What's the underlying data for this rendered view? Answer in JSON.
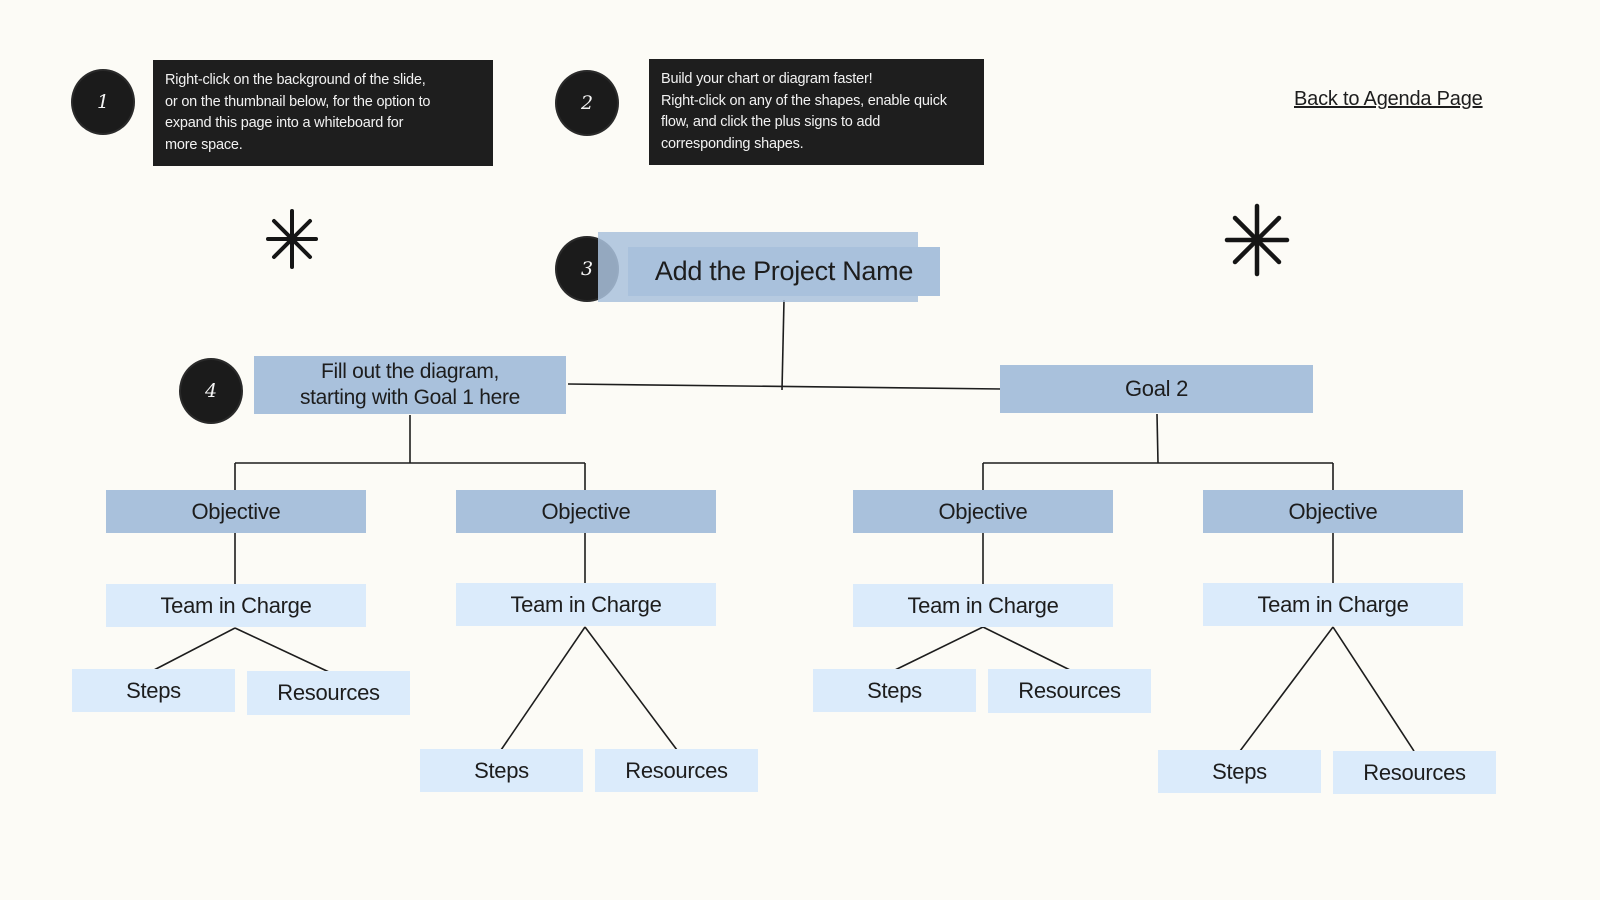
{
  "steps": {
    "one": "1",
    "two": "2",
    "three": "3",
    "four": "4"
  },
  "tips": {
    "tip1": [
      "Right-click on the background of the slide,",
      "or on the thumbnail below, for the option to",
      "expand this page into a whiteboard for",
      "more space."
    ],
    "tip2": [
      "Build your chart or diagram faster!",
      "Right-click on any of the shapes, enable quick",
      "flow, and click the plus signs to add",
      "corresponding shapes."
    ]
  },
  "back_link": "Back to Agenda Page",
  "project": "Add the Project Name",
  "goal1": [
    "Fill out the diagram,",
    "starting with Goal 1 here"
  ],
  "goal2": "Goal 2",
  "objective": "Objective",
  "team": "Team in Charge",
  "steps_label": "Steps",
  "resources_label": "Resources",
  "colors": {
    "background": "#fcfbf6",
    "dark_box": "#a9c1dc",
    "light_box": "#dbebfb",
    "tip_bg": "#1e1e1e"
  },
  "icons": [
    "asterisk-star-icon",
    "asterisk-star-icon"
  ]
}
